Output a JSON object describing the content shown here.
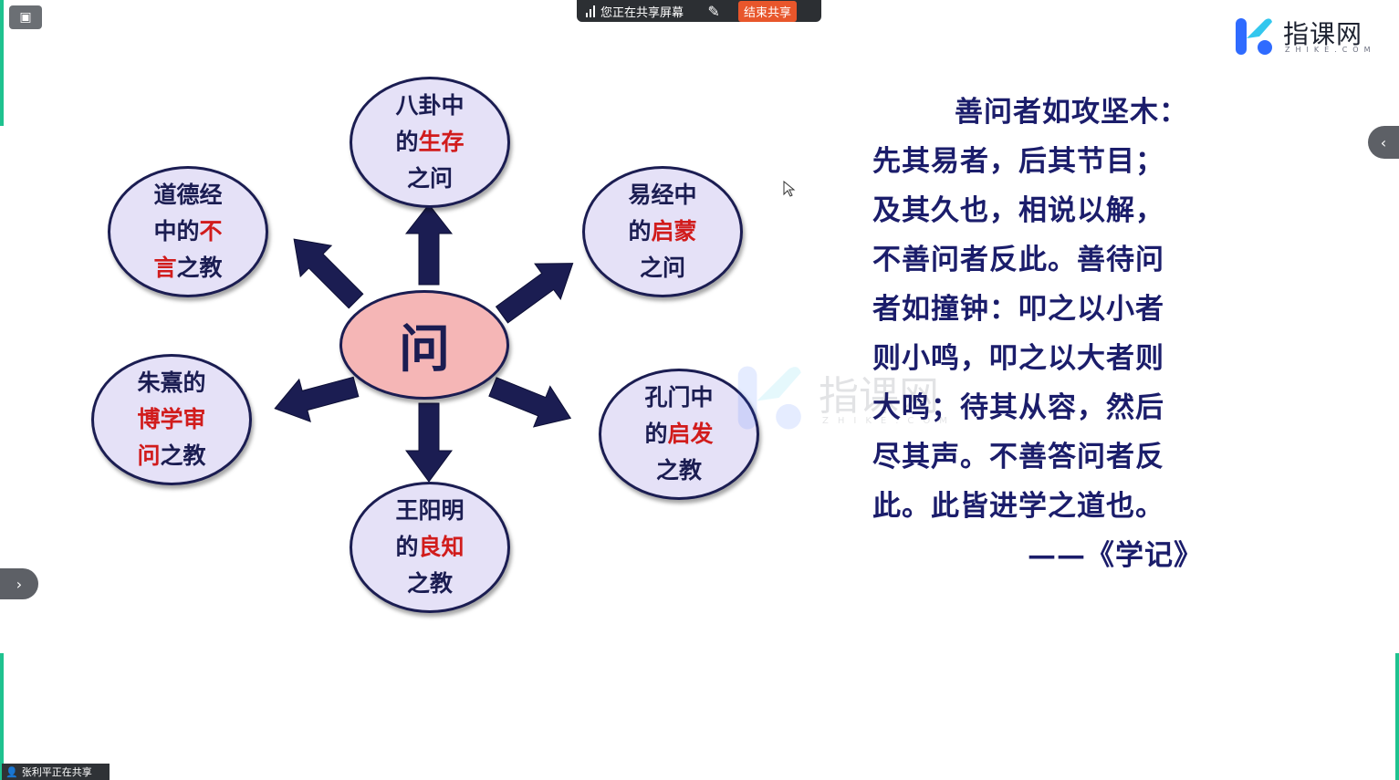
{
  "toolbar": {
    "share_status": "您正在共享屏幕",
    "end_share": "结束共享",
    "annotate_icon": "pen-slash-icon"
  },
  "logo": {
    "name": "指课网",
    "sub": "ZHIKE.COM"
  },
  "diagram": {
    "center": "问",
    "nodes": [
      {
        "id": "top",
        "lines": [
          [
            {
              "t": "八卦中",
              "red": false
            }
          ],
          [
            {
              "t": "的",
              "red": false
            },
            {
              "t": "生存",
              "red": true
            }
          ],
          [
            {
              "t": "之问",
              "red": false
            }
          ]
        ]
      },
      {
        "id": "top-left",
        "lines": [
          [
            {
              "t": "道德经",
              "red": false
            }
          ],
          [
            {
              "t": "中的",
              "red": false
            },
            {
              "t": "不",
              "red": true
            }
          ],
          [
            {
              "t": "言",
              "red": true
            },
            {
              "t": "之教",
              "red": false
            }
          ]
        ]
      },
      {
        "id": "top-right",
        "lines": [
          [
            {
              "t": "易经中",
              "red": false
            }
          ],
          [
            {
              "t": "的",
              "red": false
            },
            {
              "t": "启蒙",
              "red": true
            }
          ],
          [
            {
              "t": "之问",
              "red": false
            }
          ]
        ]
      },
      {
        "id": "bottom-left",
        "lines": [
          [
            {
              "t": "朱熹的",
              "red": false
            }
          ],
          [
            {
              "t": "博学审",
              "red": true
            }
          ],
          [
            {
              "t": "问",
              "red": true
            },
            {
              "t": "之教",
              "red": false
            }
          ]
        ]
      },
      {
        "id": "bottom-right",
        "lines": [
          [
            {
              "t": "孔门中",
              "red": false
            }
          ],
          [
            {
              "t": "的",
              "red": false
            },
            {
              "t": "启发",
              "red": true
            }
          ],
          [
            {
              "t": "之教",
              "red": false
            }
          ]
        ]
      },
      {
        "id": "bottom",
        "lines": [
          [
            {
              "t": "王阳明",
              "red": false
            }
          ],
          [
            {
              "t": "的",
              "red": false
            },
            {
              "t": "良知",
              "red": true
            }
          ],
          [
            {
              "t": "之教",
              "red": false
            }
          ]
        ]
      }
    ]
  },
  "quote": {
    "lines": [
      "善问者如攻坚木：",
      "先其易者，后其节目；",
      "及其久也，相说以解，",
      "不善问者反此。善待问",
      "者如撞钟：叩之以小者",
      "则小鸣，叩之以大者则",
      "大鸣；待其从容，然后",
      "尽其声。不善答问者反",
      "此。此皆进学之道也。"
    ],
    "source": "——《学记》"
  },
  "watermark": {
    "name": "指课网",
    "sub": "ZHIKE.COM"
  },
  "presenter": {
    "text": "张利平正在共享"
  },
  "colors": {
    "accent": "#1fc28f",
    "node_fill": "#e5e1f7",
    "center_fill": "#f5b6b6",
    "ink": "#1b1d52",
    "emphasis": "#d11c1c"
  }
}
